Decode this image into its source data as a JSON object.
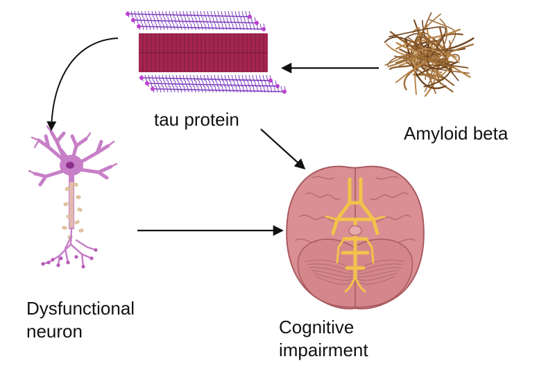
{
  "labels": {
    "tau": "tau protein",
    "amyloid": "Amyloid beta",
    "neuron_line1": "Dysfunctional",
    "neuron_line2": "neuron",
    "cognitive_line1": "Cognitive",
    "cognitive_line2": "impairment"
  },
  "colors": {
    "tau_body": "#a3264f",
    "tau_stripes": "#7a1a3c",
    "tau_filaments": "#7b3fbf",
    "tau_beads": "#c040d0",
    "amyloid_fibers": "#8b5a2b",
    "neuron": "#c77fc7",
    "neuron_nucleus": "#8e2f8e",
    "brain": "#d98f93",
    "brain_outline": "#a85a60",
    "vessels": "#f2c34b",
    "arrow": "#111111"
  },
  "icons": [
    "tau-protein-fibril-icon",
    "amyloid-beta-tangle-icon",
    "neuron-icon",
    "brain-icon"
  ],
  "edges": [
    {
      "from": "Amyloid beta",
      "to": "tau protein"
    },
    {
      "from": "tau protein",
      "to": "Dysfunctional neuron"
    },
    {
      "from": "tau protein",
      "to": "Cognitive impairment"
    },
    {
      "from": "Dysfunctional neuron",
      "to": "Cognitive impairment"
    }
  ]
}
